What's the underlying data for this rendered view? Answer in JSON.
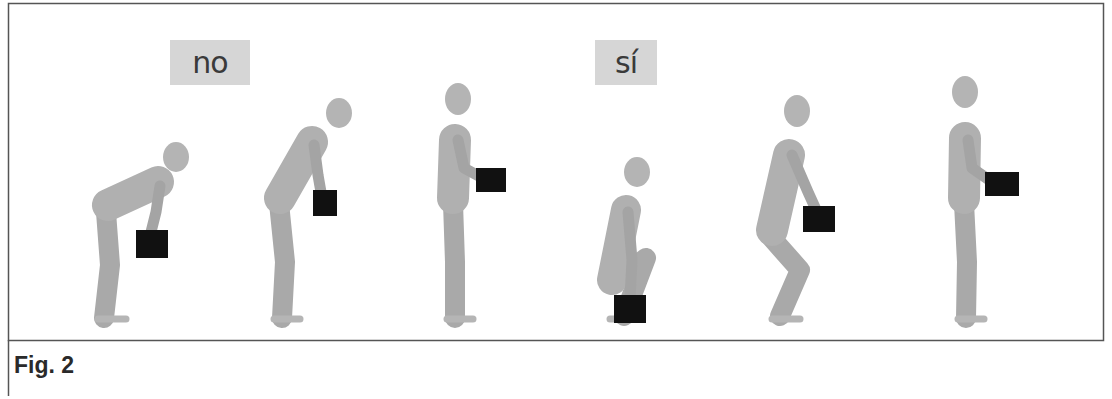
{
  "diagram": {
    "caption": "Fig. 2",
    "nodes": [
      {
        "text": [
          "no"
        ]
      },
      {
        "text": [
          "sí"
        ]
      }
    ]
  }
}
